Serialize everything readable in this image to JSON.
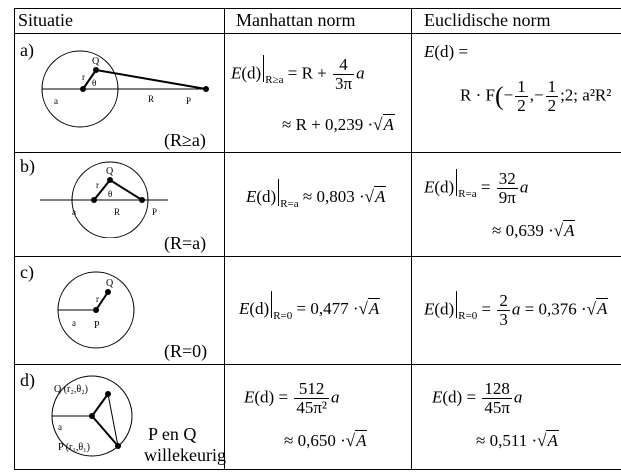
{
  "header": {
    "col1": "Situatie",
    "col2": "Manhattan norm",
    "col3": "Euclidische norm"
  },
  "rows": [
    {
      "label": "a)",
      "condition": "(R≥a)",
      "fig": {
        "Q": "Q",
        "r": "r",
        "theta": "θ",
        "a": "a",
        "R": "R",
        "P": "P"
      },
      "manhattan": {
        "sub": "R≥a",
        "lead": "= R +",
        "num": "4",
        "den": "3π",
        "var": "a",
        "approx": "≈ R + 0,239 ·",
        "sqrt": "A"
      },
      "euclid": {
        "line1": "E(d) =",
        "line2a": "R · F",
        "arg1_num": "1",
        "arg1_den": "2",
        "arg2_num": "1",
        "arg2_den": "2",
        "tail": ";2; a²R²"
      }
    },
    {
      "label": "b)",
      "condition": "(R=a)",
      "fig": {
        "Q": "Q",
        "r": "r",
        "theta": "θ",
        "a": "a",
        "R": "R",
        "P": "P"
      },
      "manhattan": {
        "sub": "R=a",
        "approx": "≈ 0,803 ·",
        "sqrt": "A"
      },
      "euclid": {
        "sub": "R=a",
        "num": "32",
        "den": "9π",
        "var": "a",
        "approx": "≈ 0,639 ·",
        "sqrt": "A"
      }
    },
    {
      "label": "c)",
      "condition": "(R=0)",
      "fig": {
        "Q": "Q",
        "r": "r",
        "a": "a",
        "P": "P"
      },
      "manhattan": {
        "sub": "R=0",
        "value": "= 0,477 ·",
        "sqrt": "A"
      },
      "euclid": {
        "sub": "R=0",
        "num": "2",
        "den": "3",
        "var": "a",
        "value": "= 0,376 ·",
        "sqrt": "A"
      }
    },
    {
      "label": "d)",
      "condition_line1": "P en Q",
      "condition_line2": "willekeurig",
      "fig": {
        "Q": "Q (r₂,θ₂)",
        "a": "a",
        "P": "P (r₁,θ₁)"
      },
      "manhattan": {
        "num": "512",
        "den": "45π²",
        "var": "a",
        "approx": "≈ 0,650 ·",
        "sqrt": "A"
      },
      "euclid": {
        "num": "128",
        "den": "45π",
        "var": "a",
        "approx": "≈ 0,511 ·",
        "sqrt": "A"
      }
    }
  ],
  "common": {
    "E": "E",
    "d": "(d)",
    "eq": "="
  }
}
